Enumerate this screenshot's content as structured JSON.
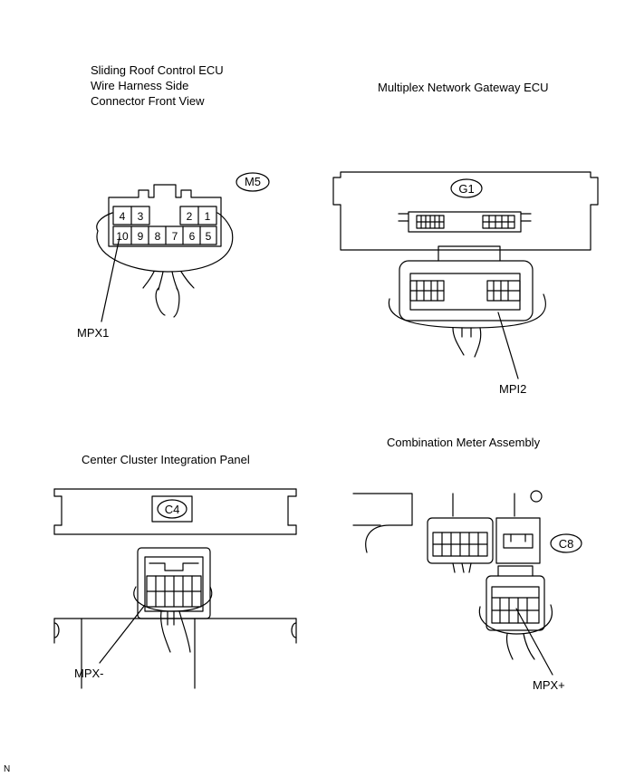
{
  "diagrams": {
    "sliding_roof": {
      "title_lines": [
        "Sliding Roof Control ECU",
        "Wire Harness Side",
        "Connector Front View"
      ],
      "connector_code": "M5",
      "pins_top": [
        "4",
        "3",
        "2",
        "1"
      ],
      "pins_bottom": [
        "10",
        "9",
        "8",
        "7",
        "6",
        "5"
      ],
      "callout": "MPX1"
    },
    "gateway": {
      "title": "Multiplex Network Gateway ECU",
      "connector_code": "G1",
      "callout": "MPI2"
    },
    "center_cluster": {
      "title": "Center Cluster Integration Panel",
      "connector_code": "C4",
      "callout": "MPX-"
    },
    "combination_meter": {
      "title": "Combination Meter Assembly",
      "connector_code": "C8",
      "callout": "MPX+"
    }
  },
  "footer_mark": "N"
}
